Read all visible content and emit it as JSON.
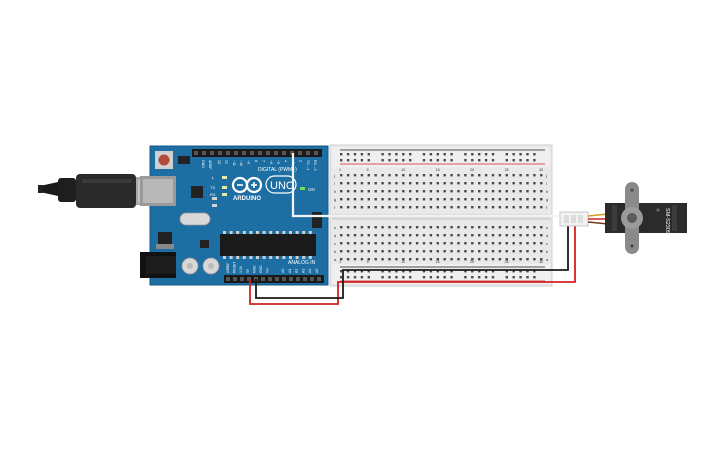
{
  "arduino": {
    "brand": "ARDUINO",
    "logo_text": "UNO",
    "digital_header": "DIGITAL (PWM~)",
    "power_label": "POWER",
    "analog_label": "ANALOG IN",
    "on_led_label": "ON",
    "tx_label": "TX",
    "rx_label": "RX",
    "l_label": "L",
    "aref_label": "AREF",
    "gnd_label": "GND",
    "digital_pins": [
      "13",
      "12",
      "~11",
      "~10",
      "~9",
      "8",
      "7",
      "~6",
      "~5",
      "4",
      "~3",
      "2",
      "TX→1",
      "RX←0"
    ],
    "power_pins": [
      "IOREF",
      "RESET",
      "3.3V",
      "5V",
      "GND",
      "GND",
      "Vin"
    ],
    "analog_pins": [
      "A0",
      "A1",
      "A2",
      "A3",
      "A4",
      "A5"
    ]
  },
  "breadboard": {
    "row_letters_top": [
      "j",
      "i",
      "h",
      "g",
      "f"
    ],
    "row_letters_bottom": [
      "e",
      "d",
      "c",
      "b",
      "a"
    ],
    "column_numbers": [
      "1",
      "5",
      "10",
      "15",
      "20",
      "25",
      "30"
    ]
  },
  "servo": {
    "model_label": "SM-S2309S"
  },
  "colors": {
    "board_blue": "#1d6ea3",
    "breadboard": "#e9e9e9",
    "wire_red": "#d32020",
    "wire_black": "#1a1a1a",
    "wire_white": "#ffffff",
    "servo_body": "#2b2b2b",
    "servo_horn": "#8a8a8a"
  }
}
